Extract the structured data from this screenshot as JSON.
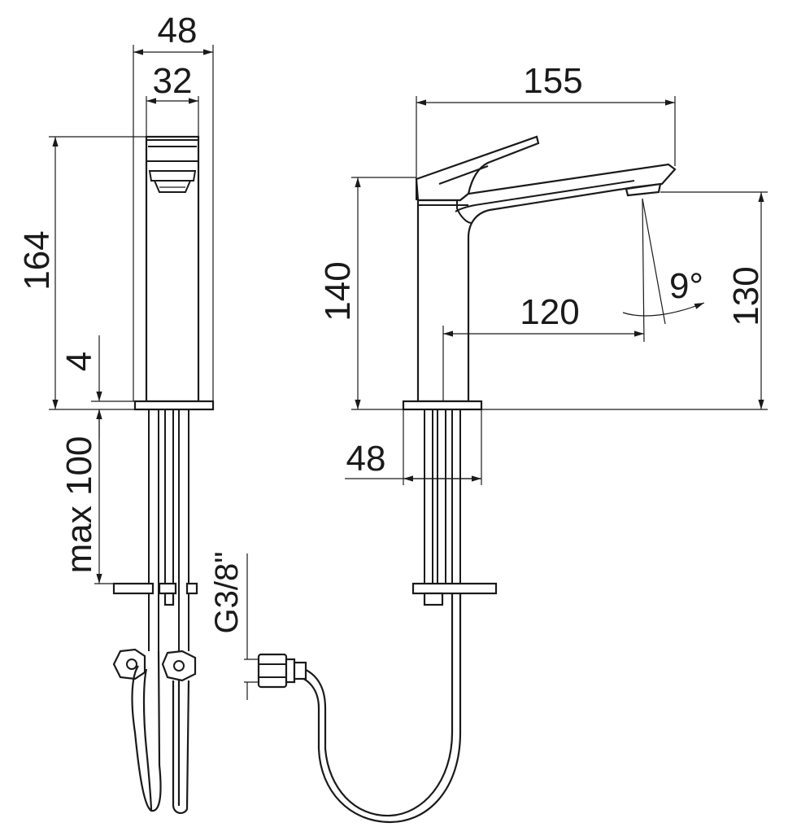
{
  "dimensions": {
    "front_width_outer": "48",
    "front_width_inner": "32",
    "front_height": "164",
    "plate_thickness": "4",
    "max_deck": "max 100",
    "thread": "G3/8\"",
    "side_length": "155",
    "side_height": "140",
    "spout_reach": "120",
    "spout_angle": "9°",
    "spout_height": "130",
    "base_width": "48"
  }
}
